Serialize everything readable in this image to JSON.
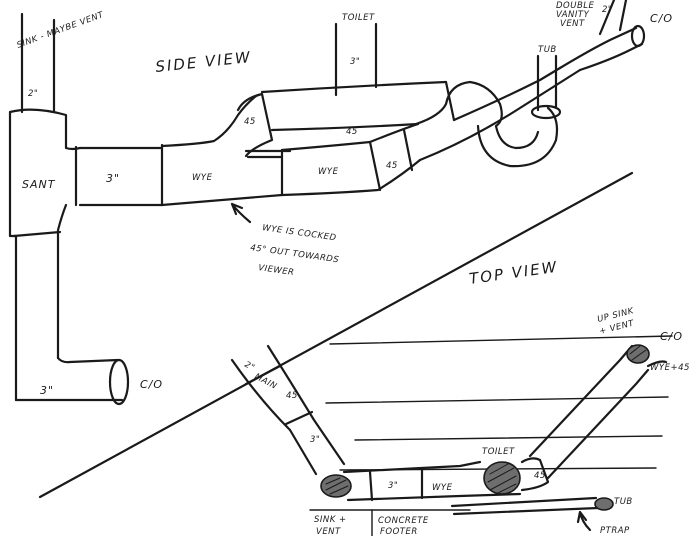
{
  "side_view": {
    "title": "SIDE VIEW",
    "labels": {
      "sink_vent": "SINK - MAYBE VENT",
      "two_in": "2\"",
      "sant": "SANT",
      "three_in_a": "3\"",
      "three_in_cleanout": "3\"",
      "cleanout": "C/O",
      "wye": "WYE",
      "wye_2": "WYE",
      "fortyfive_a": "45",
      "fortyfive_b": "45",
      "fortyfive_c": "45",
      "toilet": "TOILET",
      "toilet_size": "3\"",
      "tub": "TUB",
      "double_vanity_vent": [
        "DOUBLE",
        "VANITY",
        "VENT"
      ],
      "double_vanity_size": "2\"",
      "top_cleanout": "C/O"
    },
    "note_lines": [
      "WYE IS COCKED",
      "45° OUT TOWARDS",
      "VIEWER"
    ]
  },
  "top_view": {
    "title": "TOP VIEW",
    "labels": {
      "two_in_main": [
        "2\"",
        "MAIN"
      ],
      "fortyfive_a": "45",
      "three_in_a": "3\"",
      "three_in_b": "3\"",
      "wye": "WYE",
      "toilet": "TOILET",
      "fortyfive_b": "45",
      "up_sink_vent": [
        "UP SINK",
        "+ VENT"
      ],
      "cleanout": "C/O",
      "wye_45": "WYE+45",
      "tub": "TUB",
      "ptrap": "PTRAP",
      "sink_vent": [
        "SINK +",
        "VENT"
      ],
      "concrete": [
        "CONCRETE",
        "FOOTER"
      ]
    }
  }
}
